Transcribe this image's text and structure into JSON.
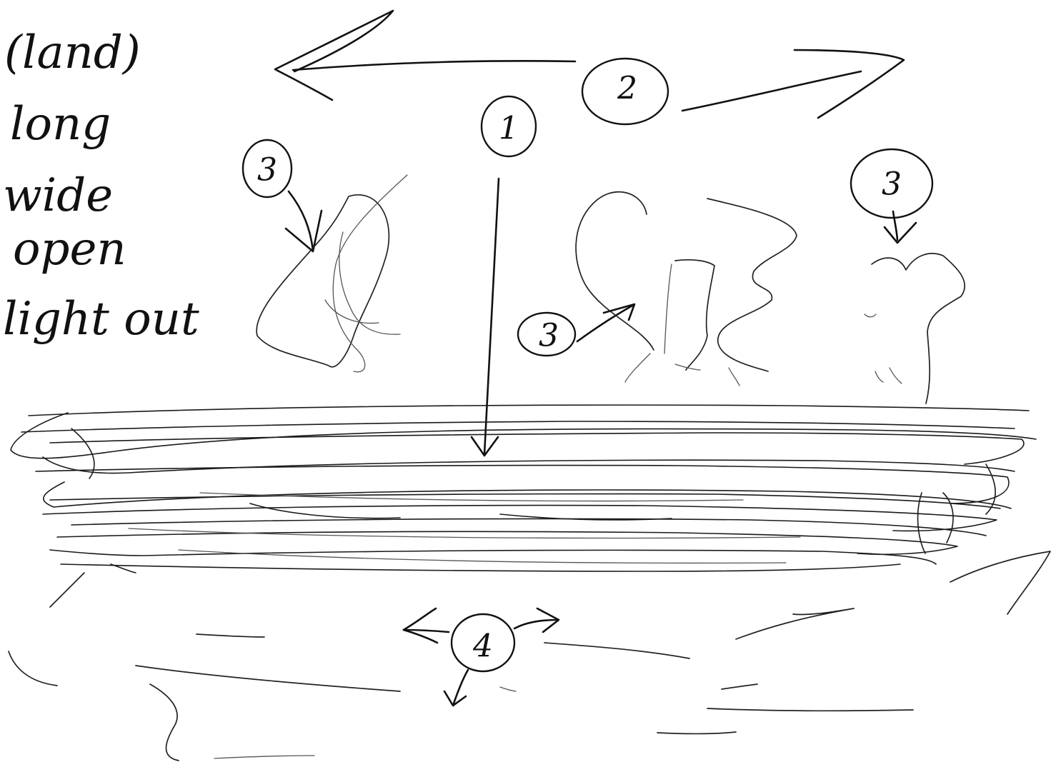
{
  "notes": [
    "(land)",
    "long",
    "wide",
    "open",
    "light out"
  ],
  "callouts": {
    "c1": "1",
    "c2": "2",
    "c3_left": "3",
    "c3_mid": "3",
    "c3_right": "3",
    "c4": "4"
  },
  "colors": {
    "ink": "#111111",
    "paper": "#ffffff"
  }
}
